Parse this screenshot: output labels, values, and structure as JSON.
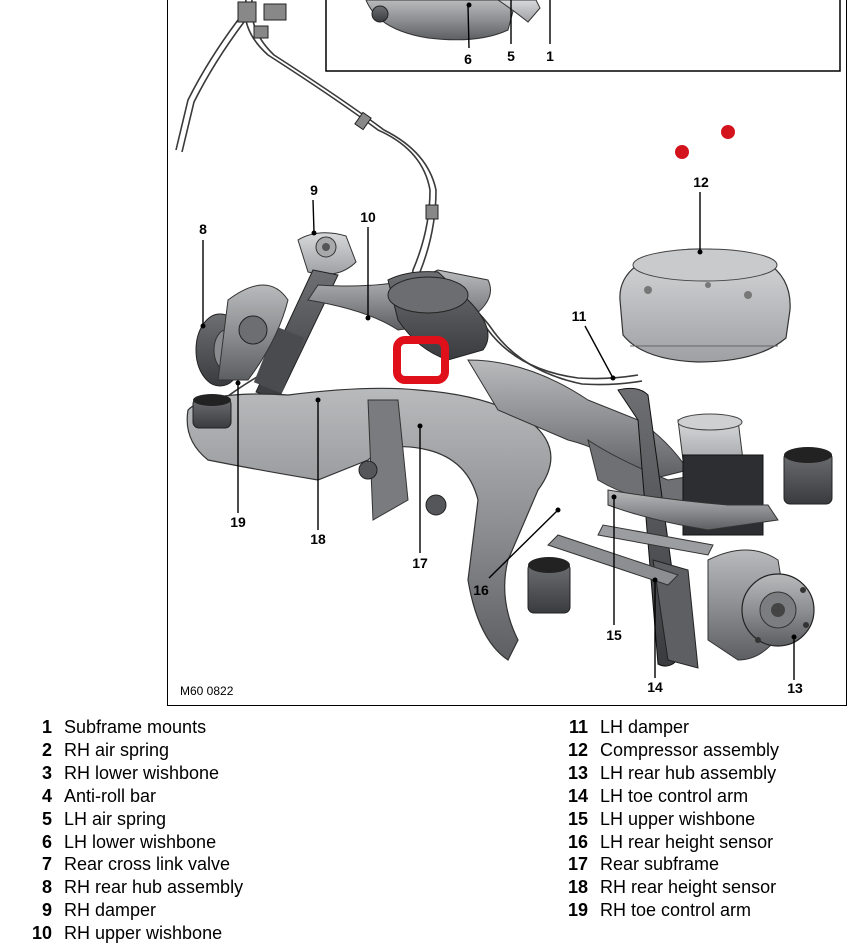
{
  "figure": {
    "code": "M60 0822",
    "callouts": [
      "1",
      "5",
      "6",
      "8",
      "9",
      "10",
      "11",
      "12",
      "13",
      "14",
      "15",
      "16",
      "17",
      "18",
      "19"
    ]
  },
  "legend": {
    "left": [
      {
        "num": "1",
        "label": "Subframe mounts"
      },
      {
        "num": "2",
        "label": "RH air spring"
      },
      {
        "num": "3",
        "label": "RH lower wishbone"
      },
      {
        "num": "4",
        "label": "Anti-roll bar"
      },
      {
        "num": "5",
        "label": "LH air spring"
      },
      {
        "num": "6",
        "label": "LH lower wishbone"
      },
      {
        "num": "7",
        "label": "Rear cross link valve"
      },
      {
        "num": "8",
        "label": "RH rear hub assembly"
      },
      {
        "num": "9",
        "label": "RH damper"
      },
      {
        "num": "10",
        "label": "RH upper wishbone"
      }
    ],
    "right": [
      {
        "num": "11",
        "label": "LH damper"
      },
      {
        "num": "12",
        "label": "Compressor assembly"
      },
      {
        "num": "13",
        "label": "LH rear hub assembly"
      },
      {
        "num": "14",
        "label": "LH toe control arm"
      },
      {
        "num": "15",
        "label": "LH upper wishbone"
      },
      {
        "num": "16",
        "label": "LH rear height sensor"
      },
      {
        "num": "17",
        "label": "Rear subframe"
      },
      {
        "num": "18",
        "label": "RH rear height sensor"
      },
      {
        "num": "19",
        "label": "RH toe control arm"
      }
    ]
  },
  "colors": {
    "highlight": "#e0101a",
    "dot": "#d4141c",
    "metal": "#8f9093"
  }
}
